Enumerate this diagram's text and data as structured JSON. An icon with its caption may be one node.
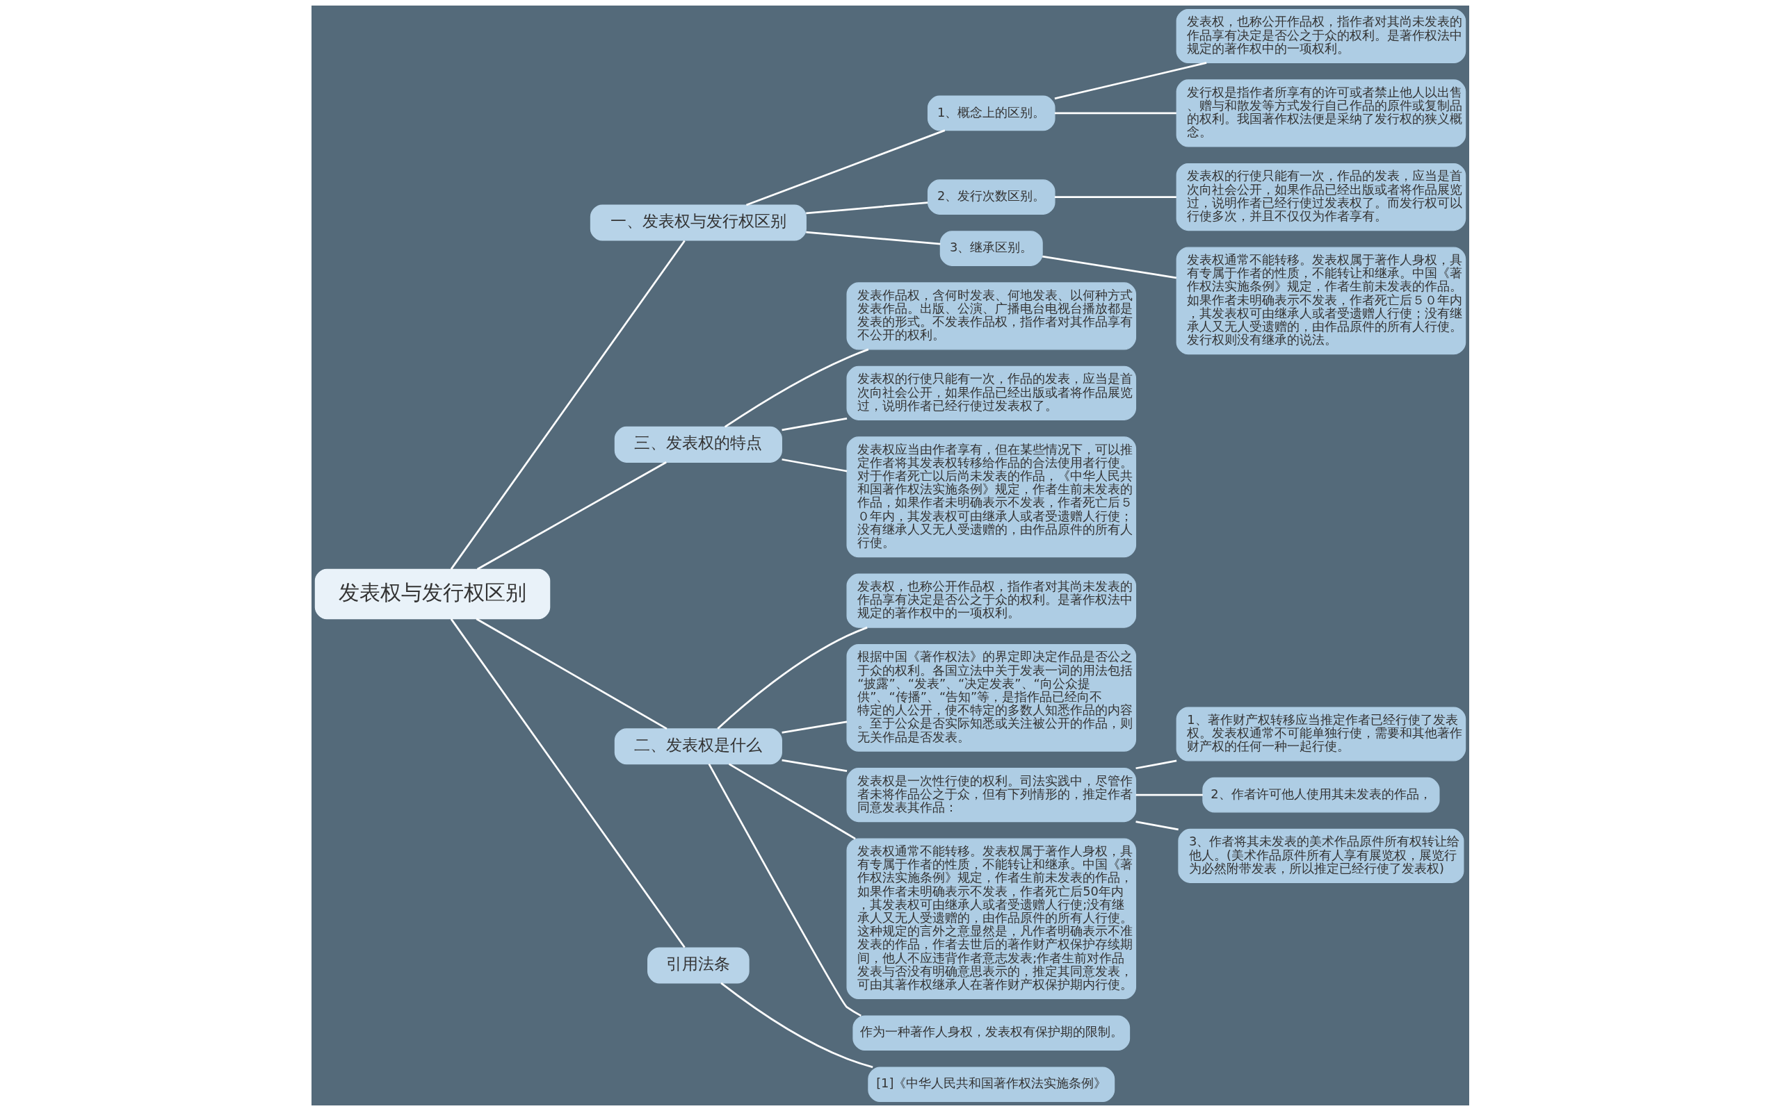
{
  "diagram": {
    "nodes": [
      {
        "text": [
          "发表权与发行权区别"
        ]
      },
      {
        "text": [
          "一、发表权与发行权区别"
        ]
      },
      {
        "text": [
          "1、概念上的区别。"
        ]
      },
      {
        "text": [
          "发表权，也称公开作品权，指作者对其尚未发表的作品享有决定是否公之于众的权利。是著作权法中规定的著作权中的一项权利。"
        ]
      },
      {
        "text": [
          "发行权是指作者所享有的许可或者禁止他人以出售、赠与和散发等方式发行自己作品的原件或复制品的权利。我国著作权法便是采纳了发行权的狭义概念。"
        ]
      },
      {
        "text": [
          "2、发行次数区别。"
        ]
      },
      {
        "text": [
          "发表权的行使只能有一次，作品的发表，应当是首次向社会公开，如果作品已经出版或者将作品展览过，说明作者已经行使过发表权了。而发行权可以行使多次，并且不仅仅为作者享有。"
        ]
      },
      {
        "text": [
          "3、继承区别。"
        ]
      },
      {
        "text": [
          "发表权通常不能转移。发表权属于著作人身权，具有专属于作者的性质，不能转让和继承。中国《著作权法实施条例》规定，作者生前未发表的作品。如果作者未明确表示不发表，作者死亡后５０年内，其发表权可由继承人或者受遗赠人行使；没有继承人又无人受遗赠的，由作品原件的所有人行使。发行权则没有继承的说法。"
        ]
      },
      {
        "text": [
          "三、发表权的特点"
        ]
      },
      {
        "text": [
          "发表作品权，含何时发表、何地发表、以何种方式发表作品。出版、公演、广播电台电视台播放都是发表的形式。不发表作品权，指作者对其作品享有不公开的权利。"
        ]
      },
      {
        "text": [
          "发表权的行使只能有一次，作品的发表，应当是首次向社会公开，如果作品已经出版或者将作品展览过，说明作者已经行使过发表权了。"
        ]
      },
      {
        "text": [
          "发表权应当由作者享有，但在某些情况下，可以推定作者将其发表权转移给作品的合法使用者行使。对于作者死亡以后尚未发表的作品，《中华人民共和国著作权法实施条例》规定，作者生前未发表的作品，如果作者未明确表示不发表，作者死亡后５０年内，其发表权可由继承人或者受遗赠人行使；没有继承人又无人受遗赠的，由作品原件的所有人行使。"
        ]
      },
      {
        "text": [
          "二、发表权是什么"
        ]
      },
      {
        "text": [
          "发表权，也称公开作品权，指作者对其尚未发表的作品享有决定是否公之于众的权利。是著作权法中规定的著作权中的一项权利。"
        ]
      },
      {
        "text": [
          "根据中国《著作权法》的界定即决定作品是否公之于众的权利。各国立法中关于发表一词的用法包括“披露”、“发表”、“决定发表”、“向公众提供”、“传播”、“告知”等，是指作品已经向不特定的人公开，使不特定的多数人知悉作品的内容。至于公众是否实际知悉或关注被公开的作品，则无关作品是否发表。"
        ]
      },
      {
        "text": [
          "发表权是一次性行使的权利。司法实践中，尽管作者未将作品公之于众，但有下列情形的，推定作者同意发表其作品："
        ]
      },
      {
        "text": [
          "1、著作财产权转移应当推定作者已经行使了发表权。发表权通常不可能单独行使，需要和其他著作财产权的任何一种一起行使。"
        ]
      },
      {
        "text": [
          "2、作者许可他人使用其未发表的作品，"
        ]
      },
      {
        "text": [
          "3、作者将其未发表的美术作品原件所有权转让给他人。(美术作品原件所有人享有展览权，展览行为必然附带发表，所以推定已经行使了发表权)"
        ]
      },
      {
        "text": [
          "发表权通常不能转移。发表权属于著作人身权，具有专属于作者的性质，不能转让和继承。中国《著作权法实施条例》规定，作者生前未发表的作品，如果作者未明确表示不发表，作者死亡后50年内，其发表权可由继承人或者受遗赠人行使;没有继承人又无人受遗赠的，由作品原件的所有人行使。这种规定的言外之意显然是，凡作者明确表示不准发表的作品，作者去世后的著作财产权保护存续期间，他人不应违背作者意志发表;作者生前对作品发表与否没有明确意思表示的，推定其同意发表，可由其著作权继承人在著作财产权保护期内行使。"
        ]
      },
      {
        "text": [
          "作为一种著作人身权，发表权有保护期的限制。"
        ]
      },
      {
        "text": [
          "引用法条"
        ]
      },
      {
        "text": [
          "[1]《中华人民共和国著作权法实施条例》"
        ]
      }
    ],
    "edges": [
      {
        "from": 0,
        "to": 1,
        "arrow": "none"
      },
      {
        "from": 1,
        "to": 2,
        "arrow": "none"
      },
      {
        "from": 2,
        "to": 3,
        "arrow": "none"
      },
      {
        "from": 2,
        "to": 4,
        "arrow": "none"
      },
      {
        "from": 1,
        "to": 5,
        "arrow": "none"
      },
      {
        "from": 5,
        "to": 6,
        "arrow": "none"
      },
      {
        "from": 1,
        "to": 7,
        "arrow": "none"
      },
      {
        "from": 7,
        "to": 8,
        "arrow": "none"
      },
      {
        "from": 0,
        "to": 9,
        "arrow": "none"
      },
      {
        "from": 9,
        "to": 10,
        "arrow": "none"
      },
      {
        "from": 9,
        "to": 11,
        "arrow": "none"
      },
      {
        "from": 9,
        "to": 12,
        "arrow": "none"
      },
      {
        "from": 0,
        "to": 13,
        "arrow": "none"
      },
      {
        "from": 13,
        "to": 14,
        "arrow": "none"
      },
      {
        "from": 13,
        "to": 15,
        "arrow": "none"
      },
      {
        "from": 13,
        "to": 16,
        "arrow": "none"
      },
      {
        "from": 16,
        "to": 17,
        "arrow": "none"
      },
      {
        "from": 16,
        "to": 18,
        "arrow": "none"
      },
      {
        "from": 16,
        "to": 19,
        "arrow": "none"
      },
      {
        "from": 13,
        "to": 20,
        "arrow": "none"
      },
      {
        "from": 13,
        "to": 21,
        "arrow": "none"
      },
      {
        "from": 0,
        "to": 22,
        "arrow": "none"
      },
      {
        "from": 22,
        "to": 23,
        "arrow": "none"
      }
    ]
  }
}
